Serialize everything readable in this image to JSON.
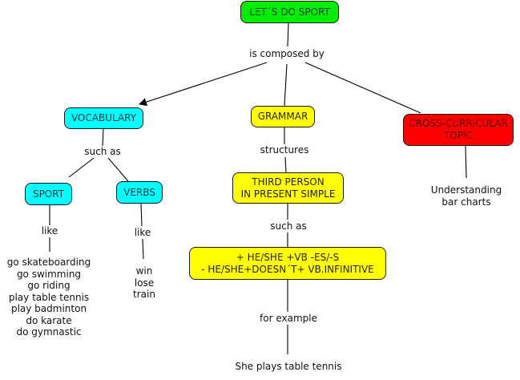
{
  "concept_map": {
    "root": {
      "text": "LET´S DO SPORT",
      "color": "#00ee00"
    },
    "root_link": "is composed by",
    "vocabulary": {
      "text": "VOCABULARY",
      "color": "#00ffff",
      "link": "such as",
      "sport": {
        "text": "SPORT",
        "link": "like",
        "items": "go skateboarding\ngo swimming\ngo riding\nplay table tennis\nplay badminton\ndo karate\ndo gymnastic"
      },
      "verbs": {
        "text": "VERBS",
        "link": "like",
        "items": "win\nlose\ntrain"
      }
    },
    "grammar": {
      "text": "GRAMMAR",
      "color": "#ffff00",
      "link": "structures",
      "third_person": {
        "text": "THIRD PERSON\nIN PRESENT SIMPLE",
        "link": "such as",
        "rules": {
          "text": "+ HE/SHE +VB -ES/-S\n- HE/SHE+DOESN´T+ VB.INFINITIVE",
          "link": "for example",
          "example": "She plays table tennis"
        }
      }
    },
    "cross_curricular": {
      "text": "CROSS-CURRICULAR\nTOPIC",
      "color": "#ff0000",
      "item": "Understanding\nbar charts"
    }
  }
}
